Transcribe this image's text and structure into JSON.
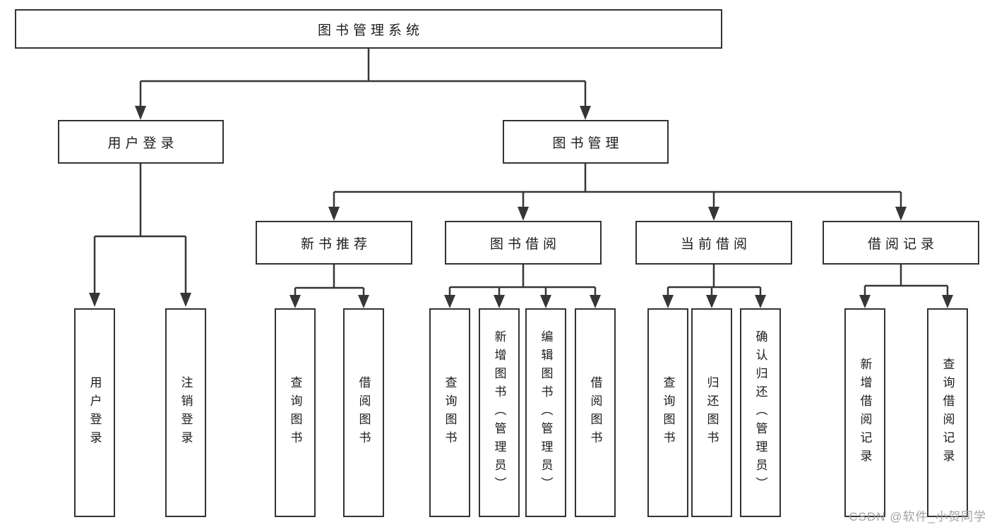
{
  "nodes": {
    "root": {
      "label": "图书管理系统"
    },
    "user_login": {
      "label": "用户登录"
    },
    "book_mgmt": {
      "label": "图书管理"
    },
    "new_books": {
      "label": "新书推荐"
    },
    "borrow": {
      "label": "图书借阅"
    },
    "current": {
      "label": "当前借阅"
    },
    "records": {
      "label": "借阅记录"
    }
  },
  "leaves": {
    "user_login": [
      "用户登录",
      "注销登录"
    ],
    "new_books": [
      "查询图书",
      "借阅图书"
    ],
    "borrow": [
      "查询图书",
      "新增图书（管理员）",
      "编辑图书（管理员）",
      "借阅图书"
    ],
    "current": [
      "查询图书",
      "归还图书",
      "确认归还（管理员）"
    ],
    "records": [
      "新增借阅记录",
      "查询借阅记录"
    ]
  },
  "watermark": "CSDN @软件_小贺同学",
  "colors": {
    "line": "#363636",
    "box_border": "#333333",
    "text": "#1c1c1c",
    "watermark": "#a3a3a3",
    "background": "#ffffff"
  }
}
